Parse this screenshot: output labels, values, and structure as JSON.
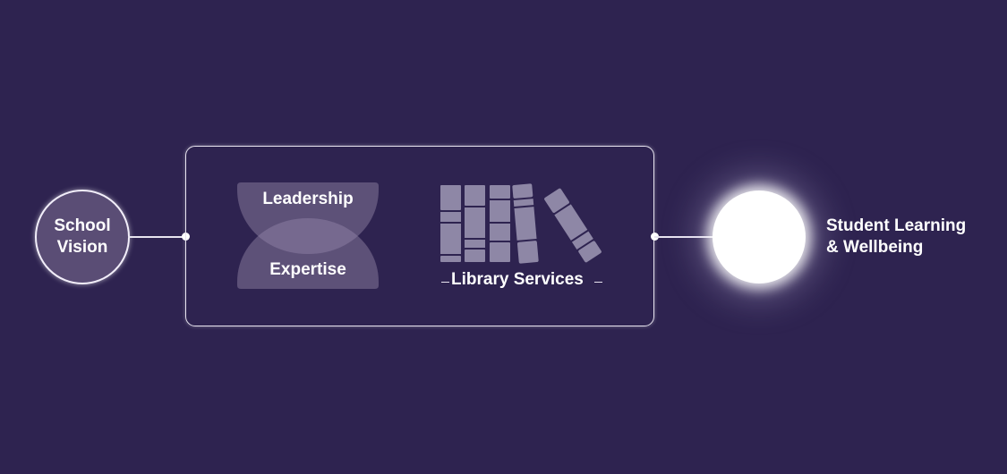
{
  "colors": {
    "background": "#2e2350",
    "node_fill": "#5a4d75",
    "shape_fill": "#5d5178",
    "shape_overlap": "#76698f",
    "book_fill": "#8e87a6",
    "line": "#e8e4f0",
    "glow": "#ffffff"
  },
  "diagram": {
    "input_node": {
      "line1": "School",
      "line2": "Vision"
    },
    "process_box": {
      "overlap_shape": {
        "top_label": "Leadership",
        "bottom_label": "Expertise"
      },
      "library": {
        "label": "Library Services",
        "icon": "books-icon",
        "book_count": 5
      }
    },
    "output_node": {
      "line1": "Student Learning",
      "line2": "& Wellbeing"
    }
  }
}
